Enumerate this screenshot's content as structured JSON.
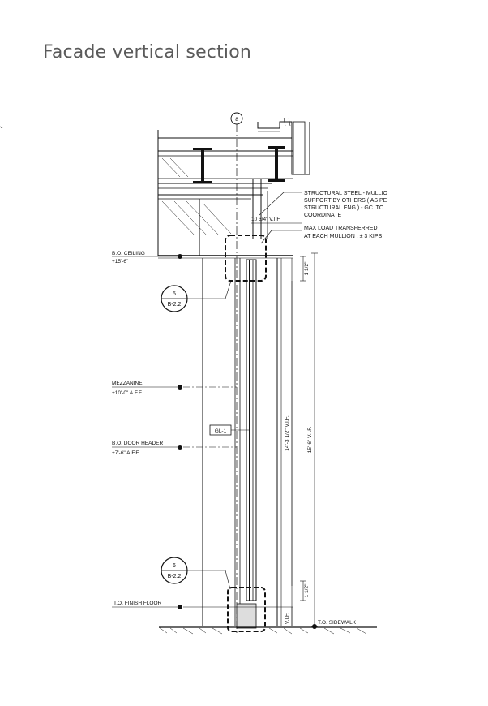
{
  "title": "Facade vertical section",
  "grid_bubble": "8",
  "notes": {
    "steel_line1": "STRUCTURAL STEEL - MULLIO",
    "steel_line2": "SUPPORT BY OTHERS ( AS PE",
    "steel_line3": "STRUCTURAL ENG.) - GC. TO",
    "steel_line4": "COORDINATE",
    "load_line1": "MAX LOAD TRANSFERRED",
    "load_line2": "AT EACH MULLION : ± 3 KIPS",
    "width_dim": "10 3/4\" V.I.F."
  },
  "levels": {
    "ceiling_name": "B.O. CEILING",
    "ceiling_elev": "+15'-6\"",
    "mezz_name": "MEZZANINE",
    "mezz_elev": "+10'-0\" A.F.F.",
    "door_name": "B.O. DOOR HEADER",
    "door_elev": "+7'-6\" A.F.F.",
    "floor_name": "T.O. FINISH FLOOR",
    "sidewalk_name": "T.O. SIDEWALK"
  },
  "details": {
    "top_num": "5",
    "top_sheet": "B-2.2",
    "bot_num": "6",
    "bot_sheet": "B-2.2"
  },
  "glass_tag": "GL-1",
  "dims": {
    "top_gap": "1 1/2\"",
    "glass_height": "14'-3 1/2\" V.I.F.",
    "overall_height": "15'-6\" V.I.F.",
    "bottom_gap": "1 1/2\"",
    "bottom_vif": "V.I.F."
  }
}
